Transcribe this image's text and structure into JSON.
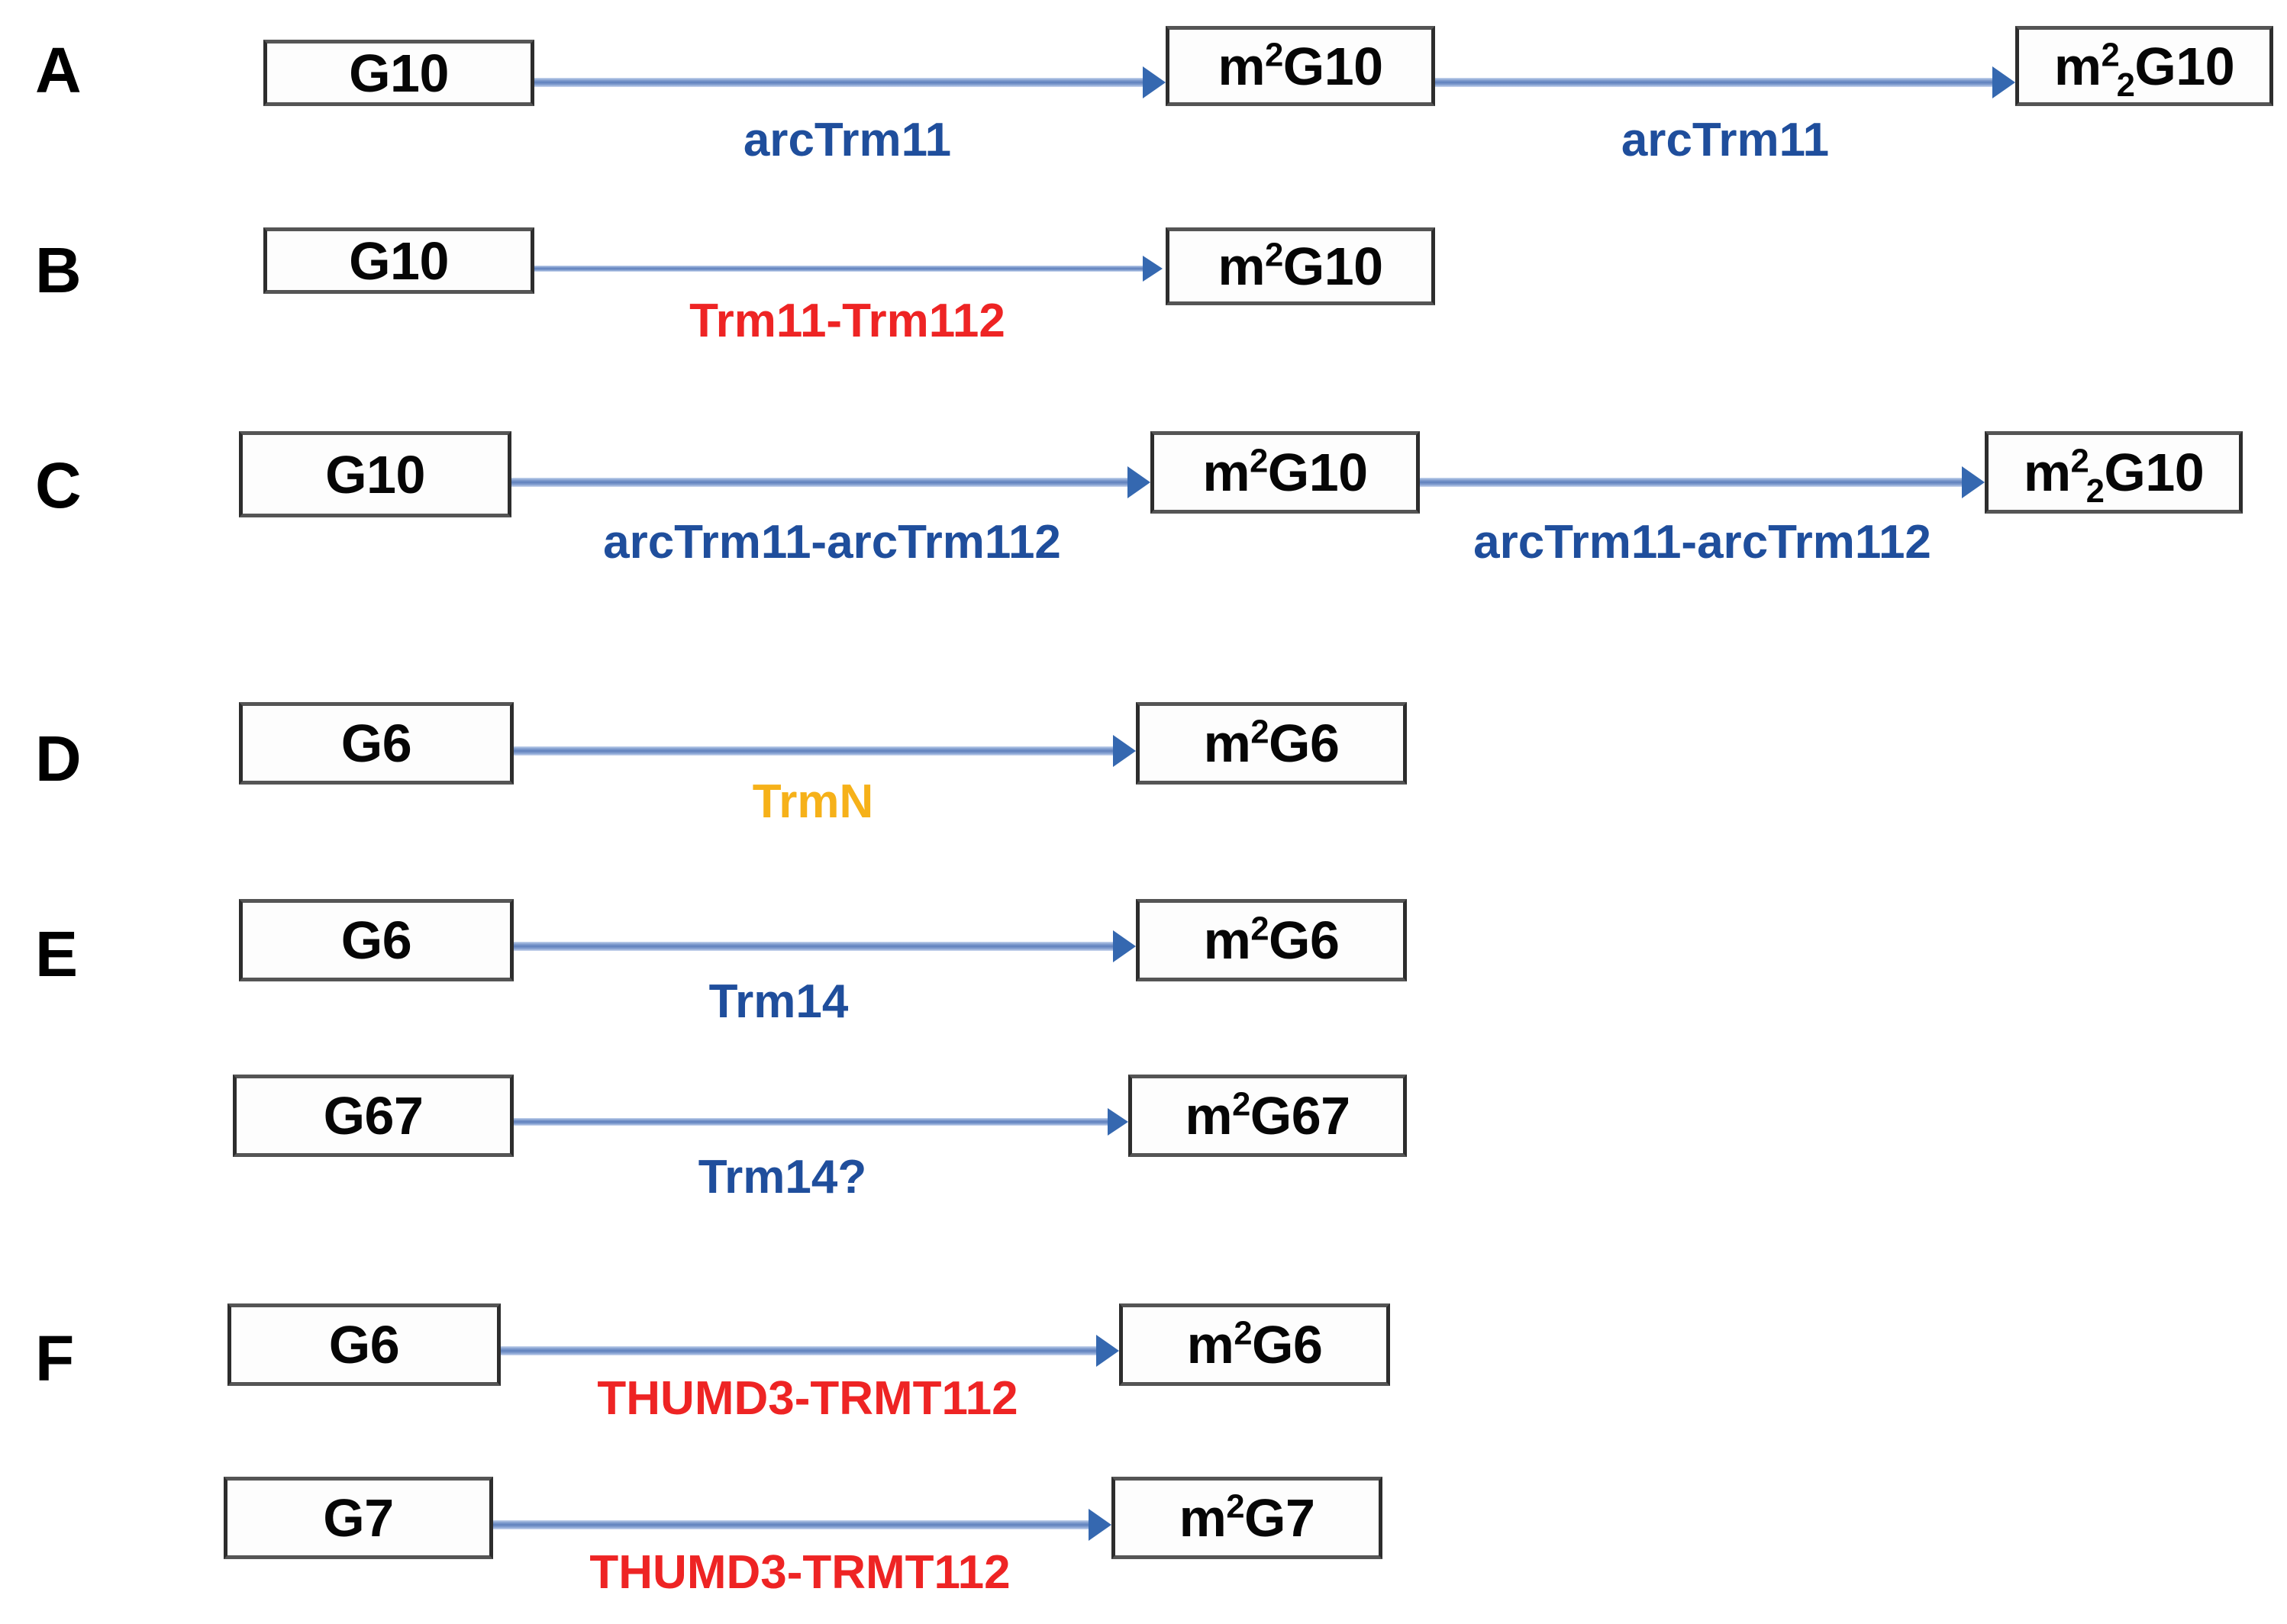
{
  "figure": {
    "type": "reaction-scheme-diagram",
    "description": "Guanosine N2-methylation reaction schemes catalysed by Trm11/TrmN/Trm14/THUMD3 family enzymes",
    "colors": {
      "arrow_shaft": "#5f80bd",
      "arrow_head": "#3568b0",
      "enzyme_blue": "#1f4e9c",
      "enzyme_red": "#ee2424",
      "enzyme_orange": "#f6b119",
      "box_border": "#3f3f3f",
      "text_black": "#060606",
      "background": "#ffffff"
    }
  },
  "panels": [
    {
      "letter": "A",
      "rows": [
        {
          "steps": [
            {
              "from": {
                "base": "G10",
                "sup": "",
                "sub": ""
              },
              "enzyme": {
                "text": "arcTrm11",
                "color": "blue"
              },
              "to": {
                "base_pre": "m",
                "sup": "2",
                "sub": "",
                "base_post": "G10"
              }
            },
            {
              "from": {
                "base_pre": "m",
                "sup": "2",
                "sub": "",
                "base_post": "G10"
              },
              "enzyme": {
                "text": "arcTrm11",
                "color": "blue"
              },
              "to": {
                "base_pre": "m",
                "sup": "2",
                "sub": "2",
                "base_post": "G10"
              }
            }
          ]
        }
      ]
    },
    {
      "letter": "B",
      "rows": [
        {
          "steps": [
            {
              "from": {
                "base": "G10"
              },
              "enzyme": {
                "text": "Trm11-Trm112",
                "color": "red"
              },
              "to": {
                "base_pre": "m",
                "sup": "2",
                "sub": "",
                "base_post": "G10"
              }
            }
          ]
        }
      ]
    },
    {
      "letter": "C",
      "rows": [
        {
          "steps": [
            {
              "from": {
                "base": "G10"
              },
              "enzyme": {
                "text": "arcTrm11-arcTrm112",
                "color": "blue"
              },
              "to": {
                "base_pre": "m",
                "sup": "2",
                "sub": "",
                "base_post": "G10"
              }
            },
            {
              "from": {
                "base_pre": "m",
                "sup": "2",
                "sub": "",
                "base_post": "G10"
              },
              "enzyme": {
                "text": "arcTrm11-arcTrm112",
                "color": "blue"
              },
              "to": {
                "base_pre": "m",
                "sup": "2",
                "sub": "2",
                "base_post": "G10"
              }
            }
          ]
        }
      ]
    },
    {
      "letter": "D",
      "rows": [
        {
          "steps": [
            {
              "from": {
                "base": "G6"
              },
              "enzyme": {
                "text": "TrmN",
                "color": "orange"
              },
              "to": {
                "base_pre": "m",
                "sup": "2",
                "sub": "",
                "base_post": "G6"
              }
            }
          ]
        }
      ]
    },
    {
      "letter": "E",
      "rows": [
        {
          "steps": [
            {
              "from": {
                "base": "G6"
              },
              "enzyme": {
                "text": "Trm14",
                "color": "blue"
              },
              "to": {
                "base_pre": "m",
                "sup": "2",
                "sub": "",
                "base_post": "G6"
              }
            }
          ]
        },
        {
          "steps": [
            {
              "from": {
                "base": "G67"
              },
              "enzyme": {
                "text": "Trm14?",
                "color": "blue"
              },
              "to": {
                "base_pre": "m",
                "sup": "2",
                "sub": "",
                "base_post": "G67"
              }
            }
          ]
        }
      ]
    },
    {
      "letter": "F",
      "rows": [
        {
          "steps": [
            {
              "from": {
                "base": "G6"
              },
              "enzyme": {
                "text": "THUMD3-TRMT112",
                "color": "red"
              },
              "to": {
                "base_pre": "m",
                "sup": "2",
                "sub": "",
                "base_post": "G6"
              }
            }
          ]
        },
        {
          "steps": [
            {
              "from": {
                "base": "G7"
              },
              "enzyme": {
                "text": "THUMD3-TRMT112",
                "color": "red"
              },
              "to": {
                "base_pre": "m",
                "sup": "2",
                "sub": "",
                "base_post": "G7"
              }
            }
          ]
        }
      ]
    }
  ],
  "labels": {
    "panel_A": "A",
    "panel_B": "B",
    "panel_C": "C",
    "panel_D": "D",
    "panel_E": "E",
    "panel_F": "F",
    "A_node1": "G10",
    "A_node2_pre": "m",
    "A_node2_sup": "2",
    "A_node2_post": "G10",
    "A_node3_pre": "m",
    "A_node3_sup": "2",
    "A_node3_sub": "2",
    "A_node3_post": "G10",
    "A_enzyme1": "arcTrm11",
    "A_enzyme2": "arcTrm11",
    "B_node1": "G10",
    "B_node2_pre": "m",
    "B_node2_sup": "2",
    "B_node2_post": "G10",
    "B_enzyme1": "Trm11-Trm112",
    "C_node1": "G10",
    "C_node2_pre": "m",
    "C_node2_sup": "2",
    "C_node2_post": "G10",
    "C_node3_pre": "m",
    "C_node3_sup": "2",
    "C_node3_sub": "2",
    "C_node3_post": "G10",
    "C_enzyme1": "arcTrm11-arcTrm112",
    "C_enzyme2": "arcTrm11-arcTrm112",
    "D_node1": "G6",
    "D_node2_pre": "m",
    "D_node2_sup": "2",
    "D_node2_post": "G6",
    "D_enzyme1": "TrmN",
    "E1_node1": "G6",
    "E1_node2_pre": "m",
    "E1_node2_sup": "2",
    "E1_node2_post": "G6",
    "E1_enzyme1": "Trm14",
    "E2_node1": "G67",
    "E2_node2_pre": "m",
    "E2_node2_sup": "2",
    "E2_node2_post": "G67",
    "E2_enzyme1": "Trm14?",
    "F1_node1": "G6",
    "F1_node2_pre": "m",
    "F1_node2_sup": "2",
    "F1_node2_post": "G6",
    "F1_enzyme1": "THUMD3-TRMT112",
    "F2_node1": "G7",
    "F2_node2_pre": "m",
    "F2_node2_sup": "2",
    "F2_node2_post": "G7",
    "F2_enzyme1": "THUMD3-TRMT112"
  }
}
